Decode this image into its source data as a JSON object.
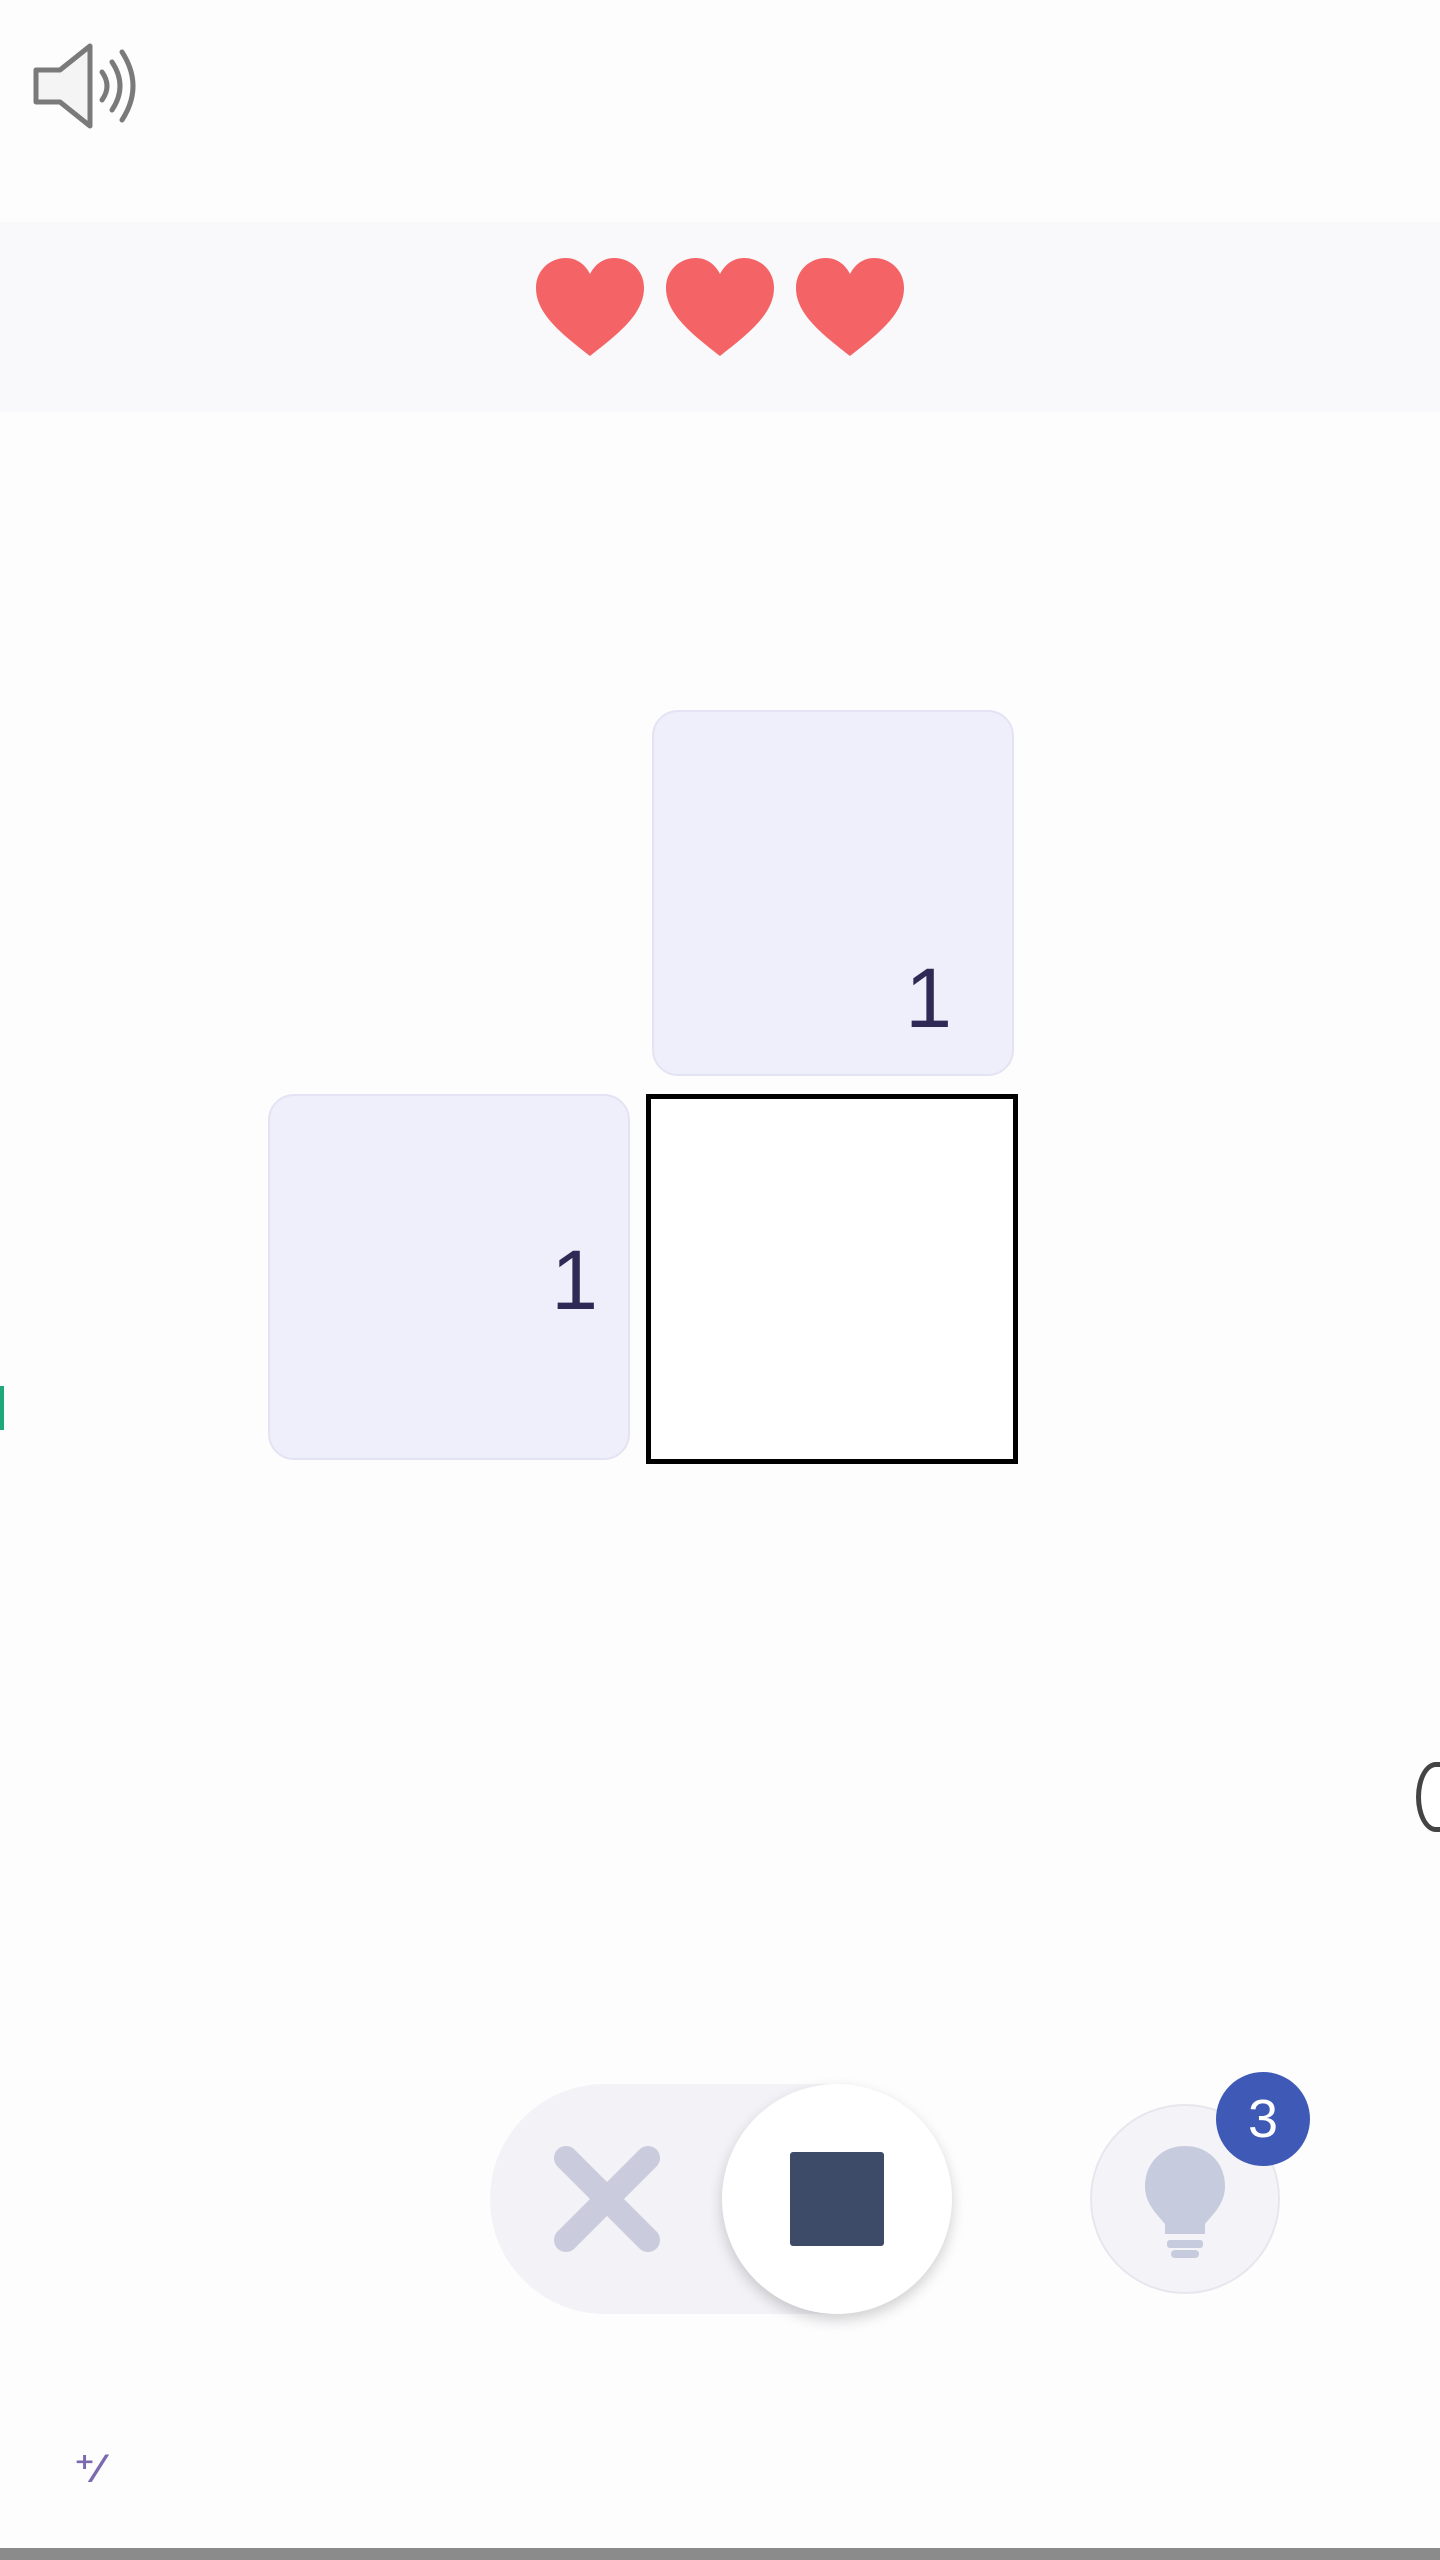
{
  "colors": {
    "heart": "#f46466",
    "clue_bg": "#efeefb",
    "clue_text": "#2d2b55",
    "fill_square": "#3d4a68",
    "badge": "#3e59b6",
    "cross_mark": "#cacbdc"
  },
  "icons": {
    "sound": "speaker-on-icon",
    "life": "heart-icon",
    "cross_mode": "x-mark-icon",
    "fill_mode": "filled-square-icon",
    "hint": "lightbulb-icon"
  },
  "lives": {
    "remaining": 3,
    "max": 3
  },
  "puzzle": {
    "column_clues": [
      "1"
    ],
    "row_clues": [
      "1"
    ],
    "grid": {
      "rows": 1,
      "cols": 1,
      "cells": [
        [
          "empty"
        ]
      ]
    }
  },
  "controls": {
    "active_mode": "fill",
    "hint_count": "3"
  },
  "footer": {
    "logo_text": "⁺∕"
  }
}
